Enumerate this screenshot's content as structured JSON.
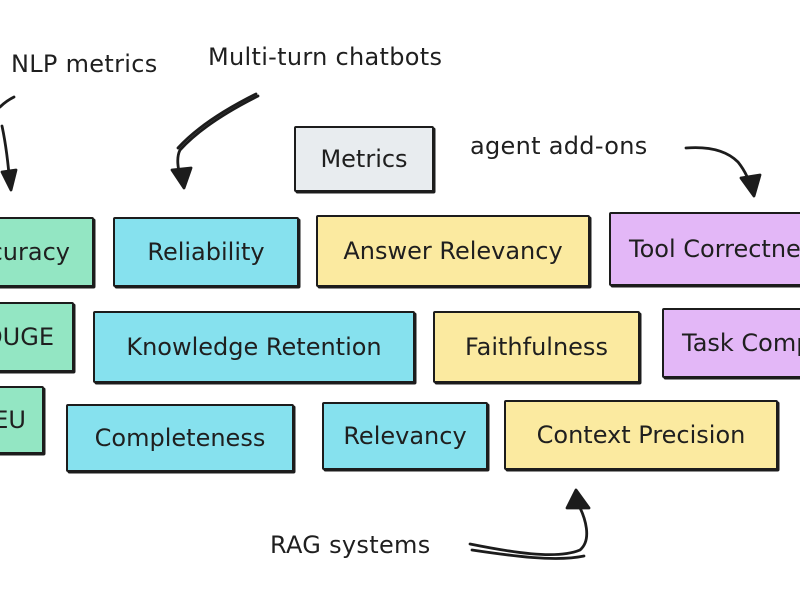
{
  "annotations": {
    "nlp_metrics": "NLP metrics",
    "multi_turn": "Multi-turn chatbots",
    "agent_addons": "agent add-ons",
    "rag_systems": "RAG systems"
  },
  "header": {
    "metrics": "Metrics"
  },
  "boxes": {
    "accuracy": "Accuracy",
    "reliability": "Reliability",
    "answer_relevancy": "Answer Relevancy",
    "tool_correctness": "Tool Correctness",
    "rouge": "ROUGE",
    "knowledge_retention": "Knowledge Retention",
    "faithfulness": "Faithfulness",
    "task_completion": "Task Completion",
    "bleu": "BLEU",
    "completeness": "Completeness",
    "relevancy": "Relevancy",
    "context_precision": "Context Precision"
  },
  "colors": {
    "nlp": "#93e6c3",
    "chatbot": "#86e1ee",
    "rag": "#fbeaa0",
    "agent": "#e3b7f7",
    "header": "#e8ecef",
    "stroke": "#1c1c1c"
  }
}
